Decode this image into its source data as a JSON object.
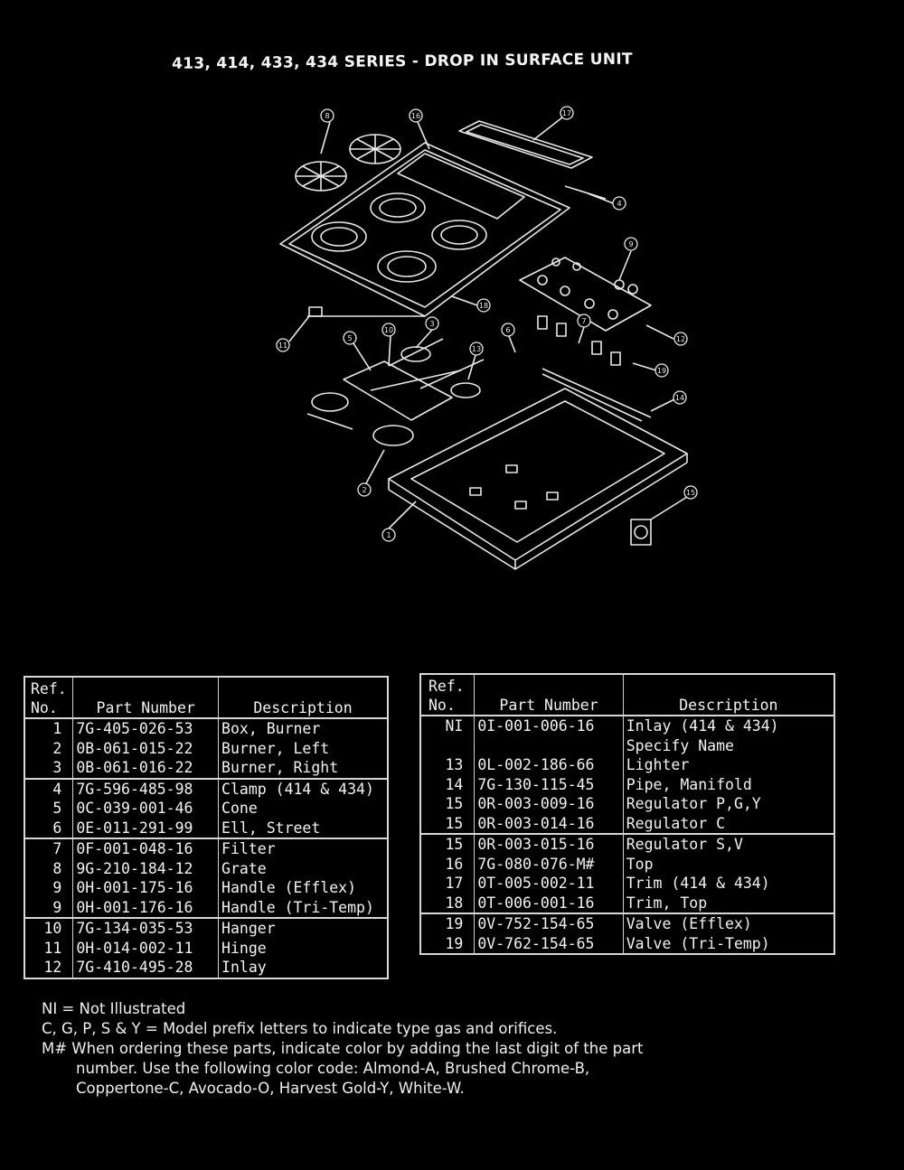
{
  "title": "413, 414, 433, 434 SERIES - DROP IN SURFACE UNIT",
  "diagram_callouts": [
    "8",
    "16",
    "17",
    "4",
    "9",
    "18",
    "12",
    "11",
    "5",
    "10",
    "3",
    "13",
    "6",
    "7",
    "19",
    "14",
    "2",
    "1",
    "15"
  ],
  "table_headers": {
    "ref": "Ref.",
    "no": "No.",
    "part": "Part Number",
    "desc": "Description"
  },
  "left_table": [
    {
      "ref": "1",
      "part": "7G-405-026-53",
      "desc": "Box, Burner"
    },
    {
      "ref": "2",
      "part": "0B-061-015-22",
      "desc": "Burner, Left"
    },
    {
      "ref": "3",
      "part": "0B-061-016-22",
      "desc": "Burner, Right"
    },
    {
      "ref": "4",
      "part": "7G-596-485-98",
      "desc": "Clamp (414 & 434)"
    },
    {
      "ref": "5",
      "part": "0C-039-001-46",
      "desc": "Cone"
    },
    {
      "ref": "6",
      "part": "0E-011-291-99",
      "desc": "Ell, Street"
    },
    {
      "ref": "7",
      "part": "0F-001-048-16",
      "desc": "Filter"
    },
    {
      "ref": "8",
      "part": "9G-210-184-12",
      "desc": "Grate"
    },
    {
      "ref": "9",
      "part": "0H-001-175-16",
      "desc": "Handle (Efflex)"
    },
    {
      "ref": "9",
      "part": "0H-001-176-16",
      "desc": "Handle (Tri-Temp)"
    },
    {
      "ref": "10",
      "part": "7G-134-035-53",
      "desc": "Hanger"
    },
    {
      "ref": "11",
      "part": "0H-014-002-11",
      "desc": "Hinge"
    },
    {
      "ref": "12",
      "part": "7G-410-495-28",
      "desc": "Inlay"
    }
  ],
  "right_table": [
    {
      "ref": "NI",
      "part": "0I-001-006-16",
      "desc": "Inlay (414 & 434)"
    },
    {
      "ref": "",
      "part": "",
      "desc": "Specify Name"
    },
    {
      "ref": "13",
      "part": "0L-002-186-66",
      "desc": "Lighter"
    },
    {
      "ref": "14",
      "part": "7G-130-115-45",
      "desc": "Pipe, Manifold"
    },
    {
      "ref": "15",
      "part": "0R-003-009-16",
      "desc": "Regulator P,G,Y"
    },
    {
      "ref": "15",
      "part": "0R-003-014-16",
      "desc": "Regulator C"
    },
    {
      "ref": "15",
      "part": "0R-003-015-16",
      "desc": "Regulator S,V"
    },
    {
      "ref": "16",
      "part": "7G-080-076-M#",
      "desc": "Top"
    },
    {
      "ref": "17",
      "part": "0T-005-002-11",
      "desc": "Trim (414 & 434)"
    },
    {
      "ref": "18",
      "part": "0T-006-001-16",
      "desc": "Trim, Top"
    },
    {
      "ref": "19",
      "part": "0V-752-154-65",
      "desc": "Valve (Efflex)"
    },
    {
      "ref": "19",
      "part": "0V-762-154-65",
      "desc": "Valve (Tri-Temp)"
    },
    {
      "ref": "",
      "part": "",
      "desc": ""
    }
  ],
  "notes": {
    "ni": "NI = Not Illustrated",
    "prefix": "C, G, P, S & Y = Model prefix letters to indicate type gas and orifices.",
    "color_line1": "M# When ordering these parts, indicate color by adding the last digit of the part",
    "color_line2": "number.  Use the following color code: Almond-A, Brushed Chrome-B,",
    "color_line3": "Coppertone-C, Avocado-O, Harvest Gold-Y, White-W."
  }
}
